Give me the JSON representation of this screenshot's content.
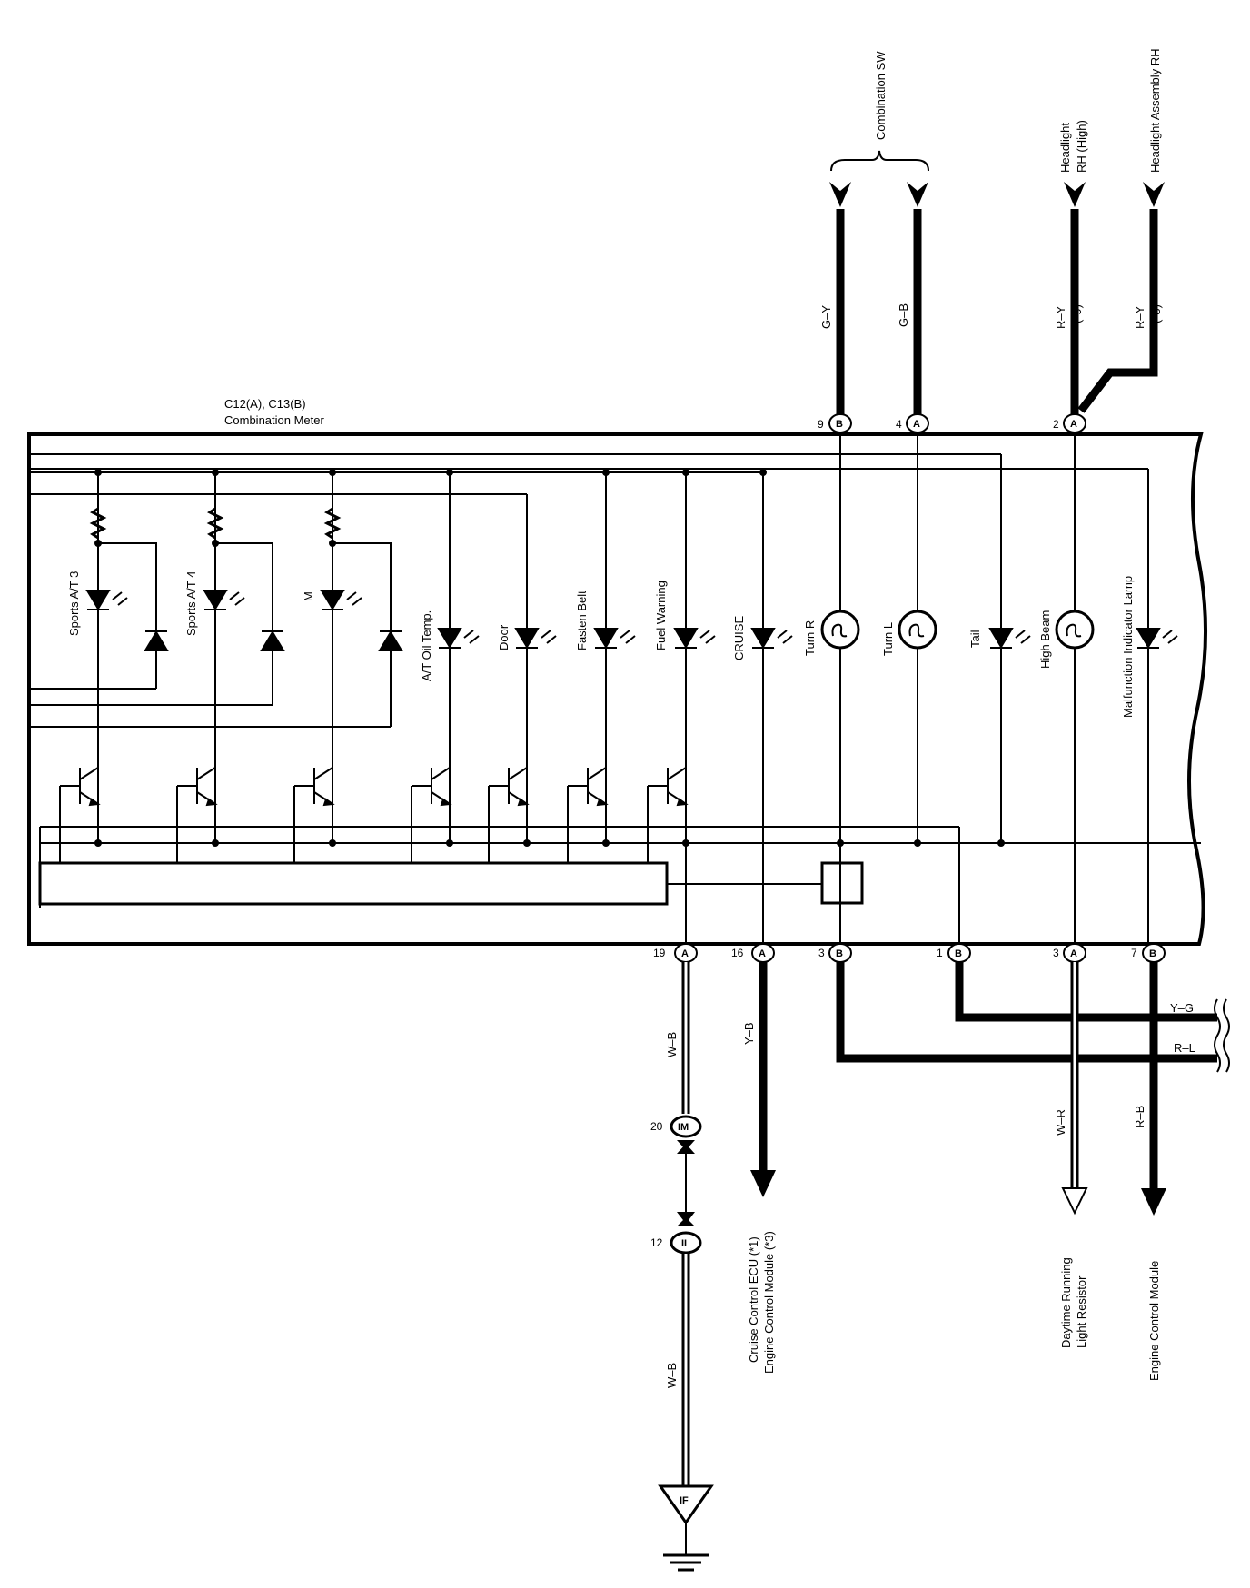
{
  "component": {
    "id": "C12(A), C13(B)",
    "name": "Combination Meter"
  },
  "top_connections": [
    {
      "pin": "9",
      "connector": "B",
      "wire": "G–Y",
      "note": ""
    },
    {
      "pin": "4",
      "connector": "A",
      "wire": "G–B",
      "note": ""
    },
    {
      "pin": "2",
      "connector": "A",
      "wire": "R–Y",
      "note": "(*9)"
    },
    {
      "pin": "",
      "connector": "",
      "wire": "R–Y",
      "note": "(*8)"
    }
  ],
  "top_destinations": {
    "combination_sw": "Combination SW",
    "headlight_rh_line1": "Headlight",
    "headlight_rh_line2": "RH (High)",
    "headlight_assembly_rh": "Headlight Assembly RH"
  },
  "lamps": {
    "sports3": "Sports A/T 3",
    "sports4": "Sports A/T 4",
    "m": "M",
    "at_oil": "A/T Oil Temp.",
    "door": "Door",
    "fasten_belt": "Fasten Belt",
    "fuel_warning": "Fuel Warning",
    "cruise": "CRUISE",
    "turn_r": "Turn R",
    "turn_l": "Turn L",
    "tail": "Tail",
    "high_beam": "High Beam",
    "mil": "Malfunction Indicator Lamp"
  },
  "bottom_connections": [
    {
      "pin": "19",
      "connector": "A",
      "wire": "W–B"
    },
    {
      "pin": "16",
      "connector": "A",
      "wire": "Y–B"
    },
    {
      "pin": "3",
      "connector": "B",
      "wire": "R–L"
    },
    {
      "pin": "1",
      "connector": "B",
      "wire": "Y–G"
    },
    {
      "pin": "3",
      "connector": "A",
      "wire": "W–R"
    },
    {
      "pin": "7",
      "connector": "B",
      "wire": "R–B"
    }
  ],
  "junctions": {
    "im": {
      "pin": "20",
      "label": "IM"
    },
    "ii": {
      "pin": "12",
      "label": "II"
    },
    "ground": "IF",
    "wire_below_ii": "W–B"
  },
  "destinations": {
    "cruise_line1": "Cruise Control ECU (*1)",
    "cruise_line2": "Engine Control Module (*3)",
    "drl_line1": "Daytime Running",
    "drl_line2": "Light Resistor",
    "ecm": "Engine Control Module"
  },
  "colors": {
    "line": "#000000",
    "background": "#ffffff"
  }
}
